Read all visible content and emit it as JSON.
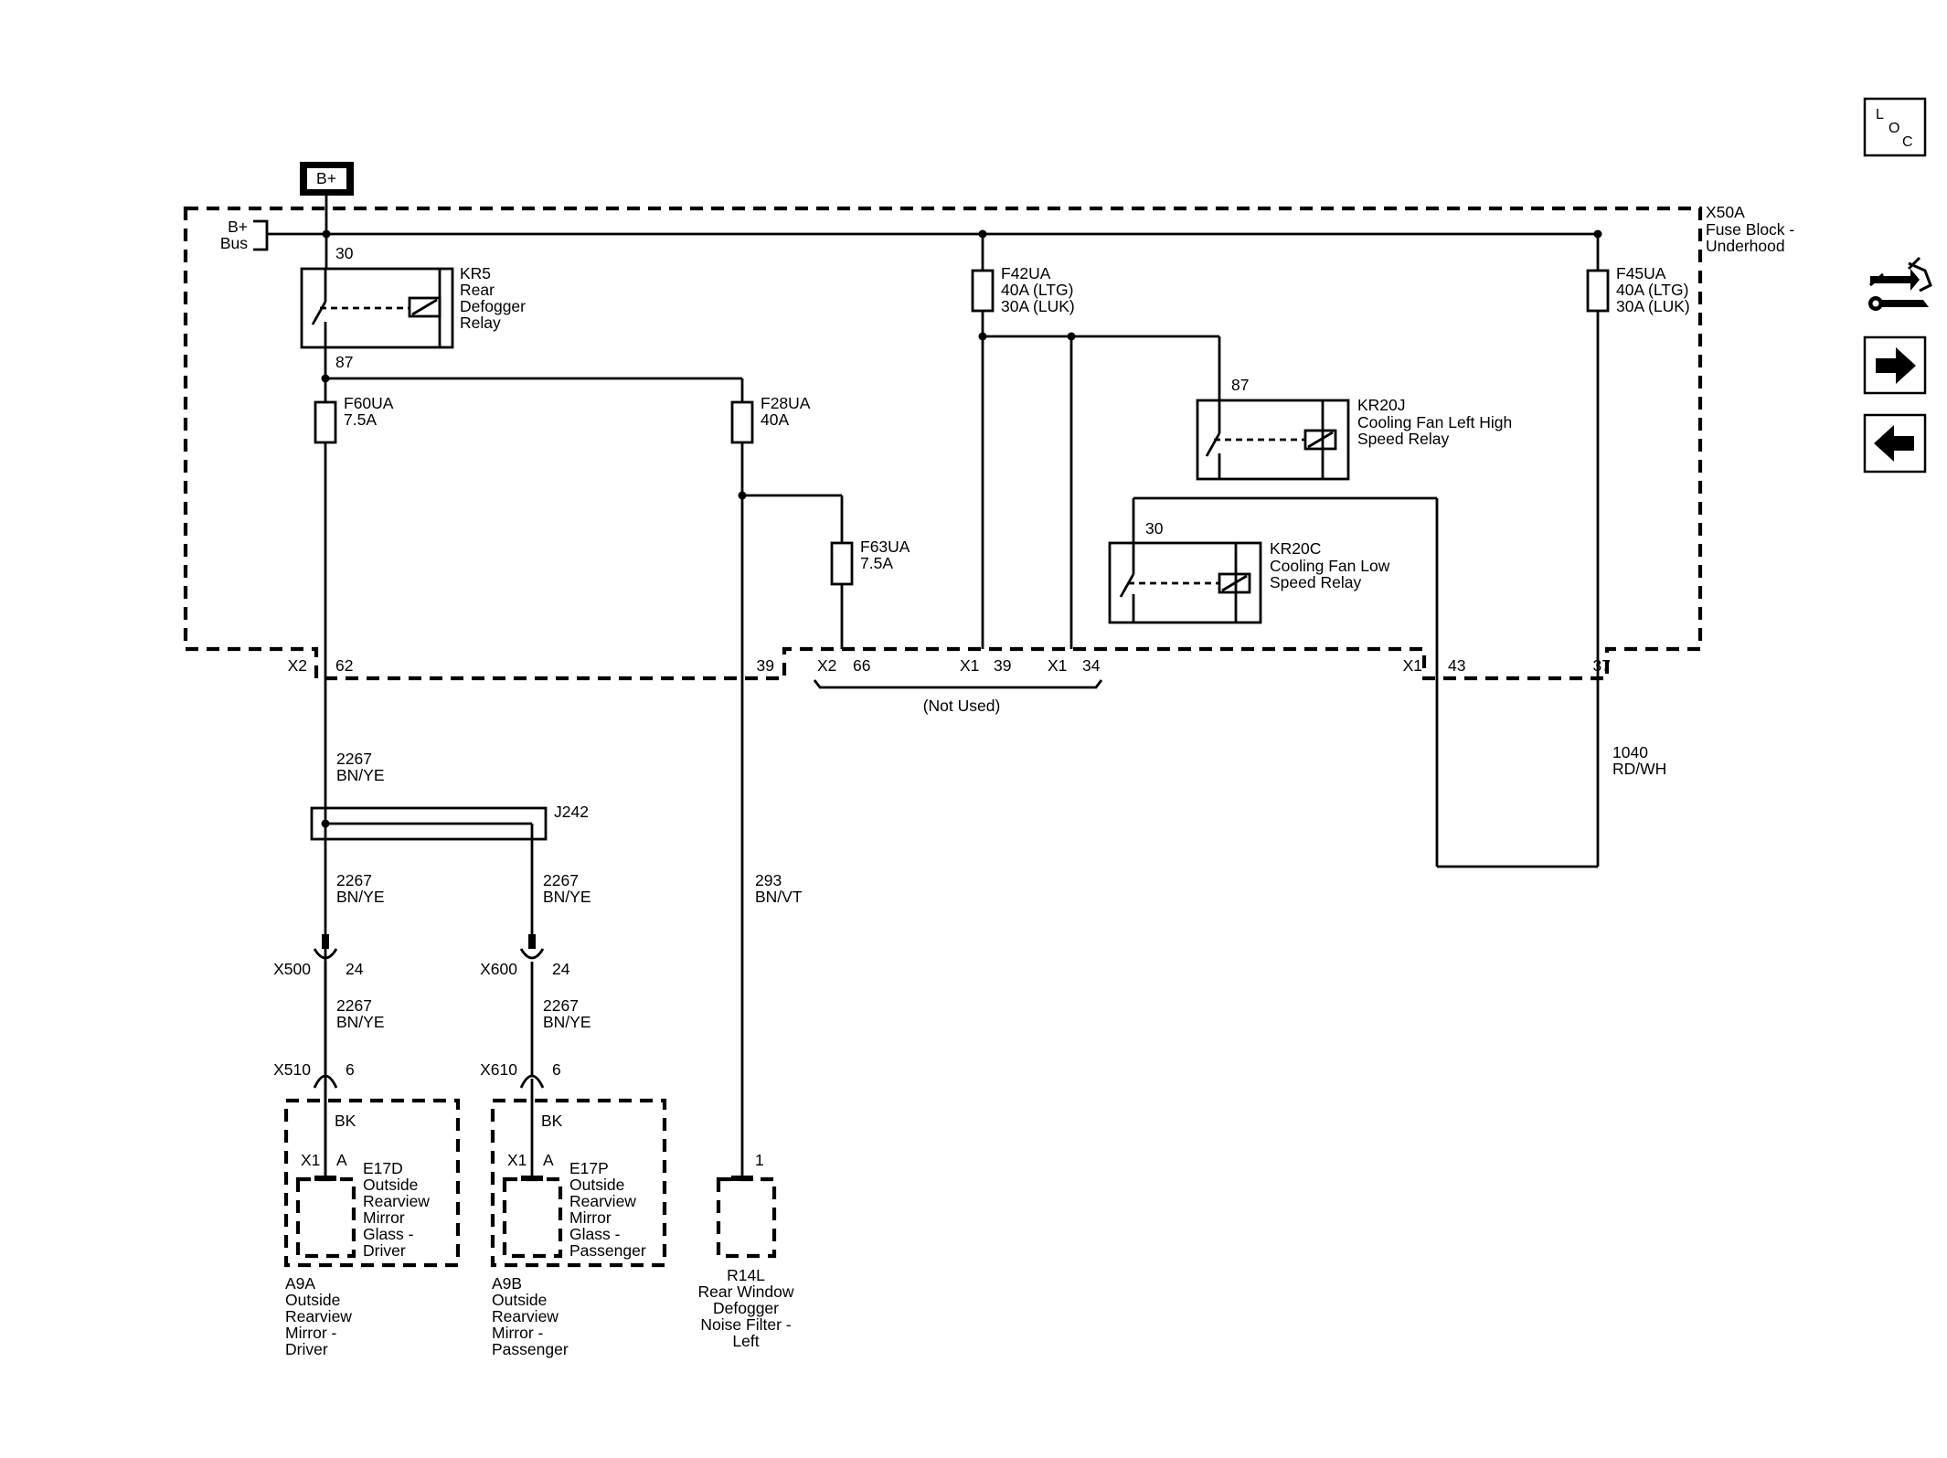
{
  "battery": {
    "label": "B+"
  },
  "bus": {
    "line1": "B+",
    "line2": "Bus"
  },
  "fuse_block": {
    "id": "X50A",
    "line1": "Fuse Block -",
    "line2": "Underhood"
  },
  "relays": {
    "kr5": {
      "id": "KR5",
      "line1": "Rear",
      "line2": "Defogger",
      "line3": "Relay",
      "pin_in": "30",
      "pin_out": "87"
    },
    "kr20j": {
      "id": "KR20J",
      "line1": "Cooling Fan Left High",
      "line2": "Speed Relay",
      "pin": "87"
    },
    "kr20c": {
      "id": "KR20C",
      "line1": "Cooling Fan Low",
      "line2": "Speed Relay",
      "pin": "30"
    }
  },
  "fuses": {
    "f60ua": {
      "id": "F60UA",
      "rating": "7.5A"
    },
    "f28ua": {
      "id": "F28UA",
      "rating": "40A"
    },
    "f63ua": {
      "id": "F63UA",
      "rating": "7.5A"
    },
    "f42ua": {
      "id": "F42UA",
      "rating1": "40A (LTG)",
      "rating2": "30A (LUK)"
    },
    "f45ua": {
      "id": "F45UA",
      "rating1": "40A (LTG)",
      "rating2": "30A (LUK)"
    }
  },
  "block_pins": {
    "x2_a": "X2",
    "p62": "62",
    "p39a": "39",
    "x2_b": "X2",
    "p66": "66",
    "x1_a": "X1",
    "p39b": "39",
    "x1_b": "X1",
    "p34": "34",
    "x1_c": "X1",
    "p43": "43",
    "p37": "37",
    "not_used": "(Not Used)"
  },
  "wires": {
    "w1": {
      "circuit": "2267",
      "color": "BN/YE"
    },
    "w2": {
      "circuit": "2267",
      "color": "BN/YE"
    },
    "w3": {
      "circuit": "2267",
      "color": "BN/YE"
    },
    "w4": {
      "circuit": "2267",
      "color": "BN/YE"
    },
    "w5": {
      "circuit": "2267",
      "color": "BN/YE"
    },
    "w293": {
      "circuit": "293",
      "color": "BN/VT"
    },
    "w1040": {
      "circuit": "1040",
      "color": "RD/WH"
    }
  },
  "splice": {
    "id": "J242"
  },
  "connectors": {
    "x500": {
      "id": "X500",
      "pin": "24"
    },
    "x600": {
      "id": "X600",
      "pin": "24"
    },
    "x510": {
      "id": "X510",
      "pin": "6"
    },
    "x610": {
      "id": "X610",
      "pin": "6"
    }
  },
  "components": {
    "a9a": {
      "wire": "BK",
      "conn": "X1",
      "pin": "A",
      "element": [
        "E17D",
        "Outside",
        "Rearview",
        "Mirror",
        "Glass -",
        "Driver"
      ],
      "module": [
        "A9A",
        "Outside",
        "Rearview",
        "Mirror -",
        "Driver"
      ]
    },
    "a9b": {
      "wire": "BK",
      "conn": "X1",
      "pin": "A",
      "element": [
        "E17P",
        "Outside",
        "Rearview",
        "Mirror",
        "Glass -",
        "Passenger"
      ],
      "module": [
        "A9B",
        "Outside",
        "Rearview",
        "Mirror -",
        "Passenger"
      ]
    },
    "r14l": {
      "pin": "1",
      "name": [
        "R14L",
        "Rear Window",
        "Defogger",
        "Noise Filter -",
        "Left"
      ]
    }
  },
  "nav": {
    "loc": {
      "l": "L",
      "o": "O",
      "c": "C"
    },
    "icons": [
      "connector-tools-icon",
      "arrow-right-icon",
      "arrow-left-icon"
    ]
  }
}
